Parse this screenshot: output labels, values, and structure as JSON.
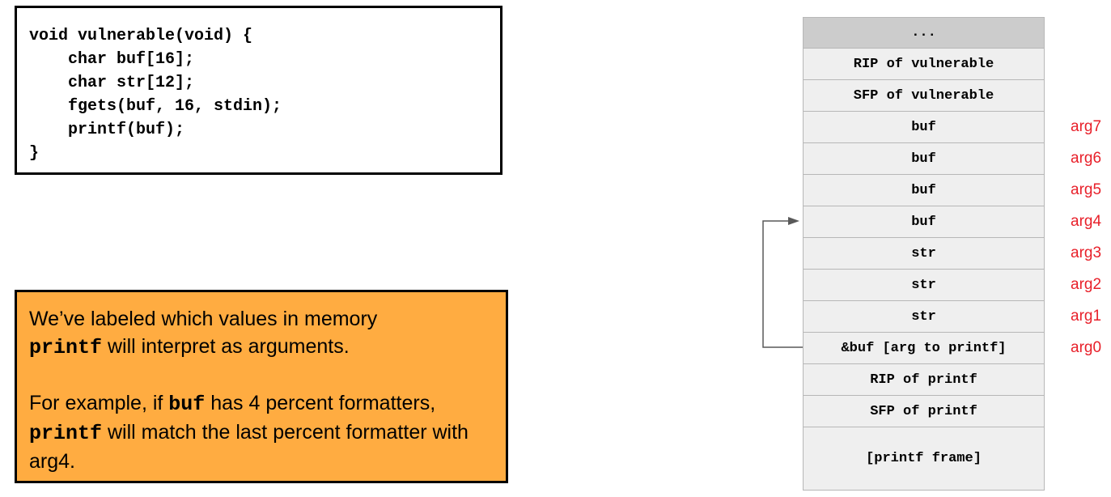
{
  "code": {
    "lines": [
      "void vulnerable(void) {",
      "    char buf[16];",
      "    char str[12];",
      "    fgets(buf, 16, stdin);",
      "    printf(buf);",
      "}"
    ]
  },
  "note": {
    "p1_text1": "We’ve labeled which values in memory",
    "p1_code": "printf",
    "p1_text2": " will interpret as arguments.",
    "p2_text1": "For example, if ",
    "p2_code1": "buf",
    "p2_text2": " has 4 percent formatters, ",
    "p2_code2": "printf",
    "p2_text3": " will match the last percent formatter with arg4."
  },
  "stack": {
    "cells": [
      {
        "label": "...",
        "arg": ""
      },
      {
        "label": "RIP of vulnerable",
        "arg": ""
      },
      {
        "label": "SFP of vulnerable",
        "arg": ""
      },
      {
        "label": "buf",
        "arg": "arg7"
      },
      {
        "label": "buf",
        "arg": "arg6"
      },
      {
        "label": "buf",
        "arg": "arg5"
      },
      {
        "label": "buf",
        "arg": "arg4"
      },
      {
        "label": "str",
        "arg": "arg3"
      },
      {
        "label": "str",
        "arg": "arg2"
      },
      {
        "label": "str",
        "arg": "arg1"
      },
      {
        "label": "&buf [arg to printf]",
        "arg": "arg0"
      },
      {
        "label": "RIP of printf",
        "arg": ""
      },
      {
        "label": "SFP of printf",
        "arg": ""
      },
      {
        "label": "[printf frame]",
        "arg": ""
      }
    ]
  },
  "colors": {
    "note_bg": "#ffac41",
    "arg_label": "#e8202a",
    "cell_bg": "#efefef",
    "top_cell_bg": "#cccccc"
  }
}
